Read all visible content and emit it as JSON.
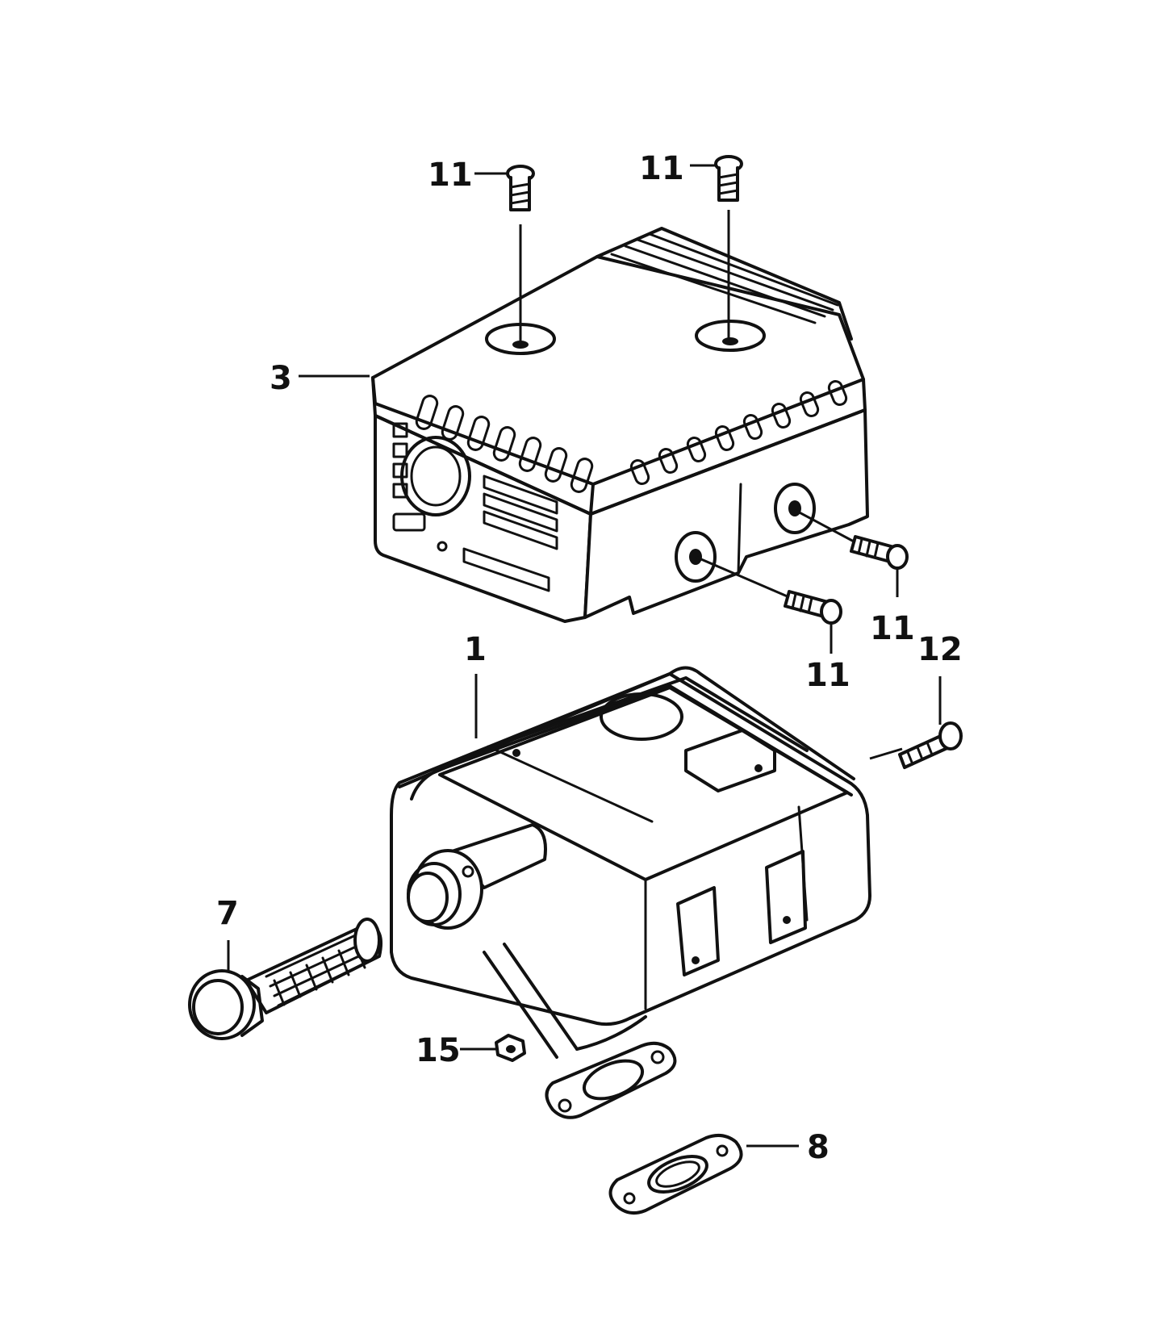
{
  "diagram": {
    "callouts": [
      {
        "id": "screw-top-left",
        "label": "11"
      },
      {
        "id": "screw-top-right",
        "label": "11"
      },
      {
        "id": "protector",
        "label": "3"
      },
      {
        "id": "screw-side-right",
        "label": "11"
      },
      {
        "id": "screw-side-lower",
        "label": "11"
      },
      {
        "id": "muffler",
        "label": "1"
      },
      {
        "id": "bolt",
        "label": "12"
      },
      {
        "id": "spark-arrester",
        "label": "7"
      },
      {
        "id": "nut",
        "label": "15"
      },
      {
        "id": "gasket",
        "label": "8"
      }
    ]
  }
}
